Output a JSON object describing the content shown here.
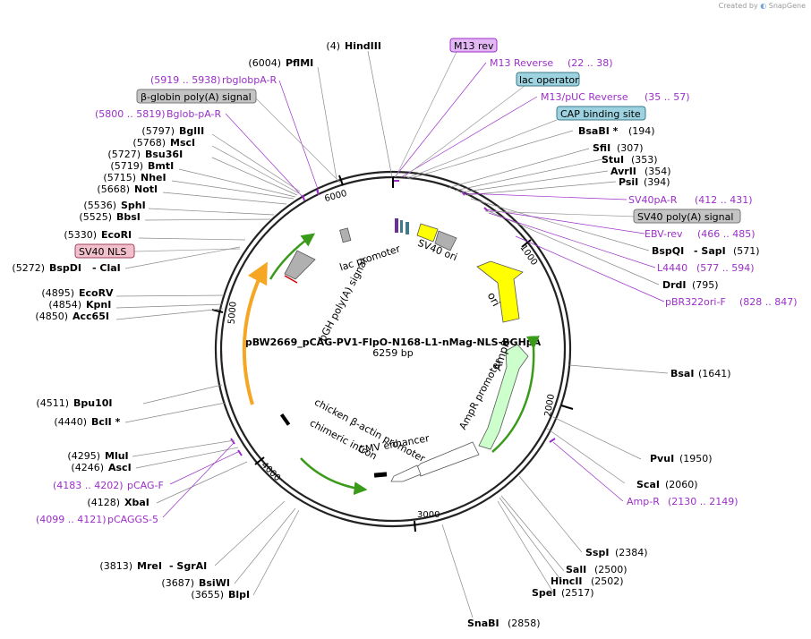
{
  "credit": {
    "created_by": "Created by",
    "brand": "SnapGene"
  },
  "plasmid": {
    "name": "pBW2669_pCAG-PV1-FlpO-N168-L1-nMag-NLS-BGHpA",
    "size": "6259 bp"
  },
  "ticks": [
    "1000",
    "2000",
    "3000",
    "4000",
    "5000",
    "6000"
  ],
  "sites": [
    {
      "pos": "(4)",
      "name": "HindIII"
    },
    {
      "pos": "(6004)",
      "name": "PflMI"
    },
    {
      "pos": "(5797)",
      "name": "BglII"
    },
    {
      "pos": "(5768)",
      "name": "MscI"
    },
    {
      "pos": "(5727)",
      "name": "Bsu36I"
    },
    {
      "pos": "(5719)",
      "name": "BmtI"
    },
    {
      "pos": "(5715)",
      "name": "NheI"
    },
    {
      "pos": "(5668)",
      "name": "NotI"
    },
    {
      "pos": "(5536)",
      "name": "SphI"
    },
    {
      "pos": "(5525)",
      "name": "BbsI"
    },
    {
      "pos": "(5330)",
      "name": "EcoRI"
    },
    {
      "pos": "(5272)",
      "name": "BspDI",
      "alt": "- ClaI"
    },
    {
      "pos": "(4895)",
      "name": "EcoRV"
    },
    {
      "pos": "(4854)",
      "name": "KpnI"
    },
    {
      "pos": "(4850)",
      "name": "Acc65I"
    },
    {
      "pos": "(4511)",
      "name": "Bpu10I"
    },
    {
      "pos": "(4440)",
      "name": "BclI *"
    },
    {
      "pos": "(4295)",
      "name": "MluI"
    },
    {
      "pos": "(4246)",
      "name": "AscI"
    },
    {
      "pos": "(4128)",
      "name": "XbaI"
    },
    {
      "pos": "(3813)",
      "name": "MreI",
      "alt": "- SgrAI"
    },
    {
      "pos": "(3687)",
      "name": "BsiWI"
    },
    {
      "pos": "(3655)",
      "name": "BlpI"
    },
    {
      "pos": "(2858)",
      "name": "SnaBI"
    },
    {
      "pos": "(2517)",
      "name": "SpeI"
    },
    {
      "pos": "(2502)",
      "name": "HincII"
    },
    {
      "pos": "(2500)",
      "name": "SalI"
    },
    {
      "pos": "(2384)",
      "name": "SspI"
    },
    {
      "pos": "(2060)",
      "name": "ScaI"
    },
    {
      "pos": "(1950)",
      "name": "PvuI"
    },
    {
      "pos": "(1641)",
      "name": "BsaI"
    },
    {
      "pos": "(795)",
      "name": "DrdI"
    },
    {
      "pos": "(571)",
      "name": "BspQI",
      "alt": "- SapI"
    },
    {
      "pos": "(394)",
      "name": "PsiI"
    },
    {
      "pos": "(354)",
      "name": "AvrII"
    },
    {
      "pos": "(353)",
      "name": "StuI"
    },
    {
      "pos": "(307)",
      "name": "SfiI"
    },
    {
      "pos": "(194)",
      "name": "BsaBI *"
    }
  ],
  "primers": [
    {
      "name": "M13 Reverse",
      "range": "(22 .. 38)"
    },
    {
      "name": "M13/pUC Reverse",
      "range": "(35 .. 57)"
    },
    {
      "name": "SV40pA-R",
      "range": "(412 .. 431)"
    },
    {
      "name": "EBV-rev",
      "range": "(466 .. 485)"
    },
    {
      "name": "L4440",
      "range": "(577 .. 594)"
    },
    {
      "name": "pBR322ori-F",
      "range": "(828 .. 847)"
    },
    {
      "name": "Amp-R",
      "range": "(2130 .. 2149)"
    },
    {
      "name": "rbglobpA-R",
      "range": "(5919 .. 5938)"
    },
    {
      "name": "Bglob-pA-R",
      "range": "(5800 .. 5819)"
    },
    {
      "name": "pCAG-F",
      "range": "(4183 .. 4202)"
    },
    {
      "name": "pCAGGS-5",
      "range": "(4099 .. 4121)"
    }
  ],
  "boxes": [
    {
      "name": "M13 rev",
      "fill": "#e3b8f5",
      "stroke": "#9b2fc8"
    },
    {
      "name": "lac operator",
      "fill": "#9dd3e0",
      "stroke": "#3e7a89"
    },
    {
      "name": "CAP binding site",
      "fill": "#9dd3e0",
      "stroke": "#3e7a89"
    },
    {
      "name": "SV40 poly(A) signal",
      "fill": "#c4c4c4",
      "stroke": "#777777"
    },
    {
      "name": "β-globin poly(A) signal",
      "fill": "#c4c4c4",
      "stroke": "#777777"
    },
    {
      "name": "SV40 NLS",
      "fill": "#f2c0cc",
      "stroke": "#a04060"
    }
  ],
  "features": {
    "lac_promoter": "lac promoter",
    "sv40_ori": "SV40 ori",
    "ori": "ori",
    "ampr": "AmpR",
    "ampr_promoter": "AmpR promoter",
    "cmv_enhancer": "CMV enhancer",
    "chicken_promoter": "chicken β-actin promoter",
    "chimeric_intron": "chimeric intron",
    "bglob_signal": "bGH poly(A) signal"
  },
  "colors": {
    "ori": "#ffff00",
    "ampr": "#ccffcc",
    "orf_orange": "#f5a623",
    "orf_green": "#3a9a1a",
    "primer": "#9b2fc8",
    "gray_feature": "#b0b0b0"
  }
}
